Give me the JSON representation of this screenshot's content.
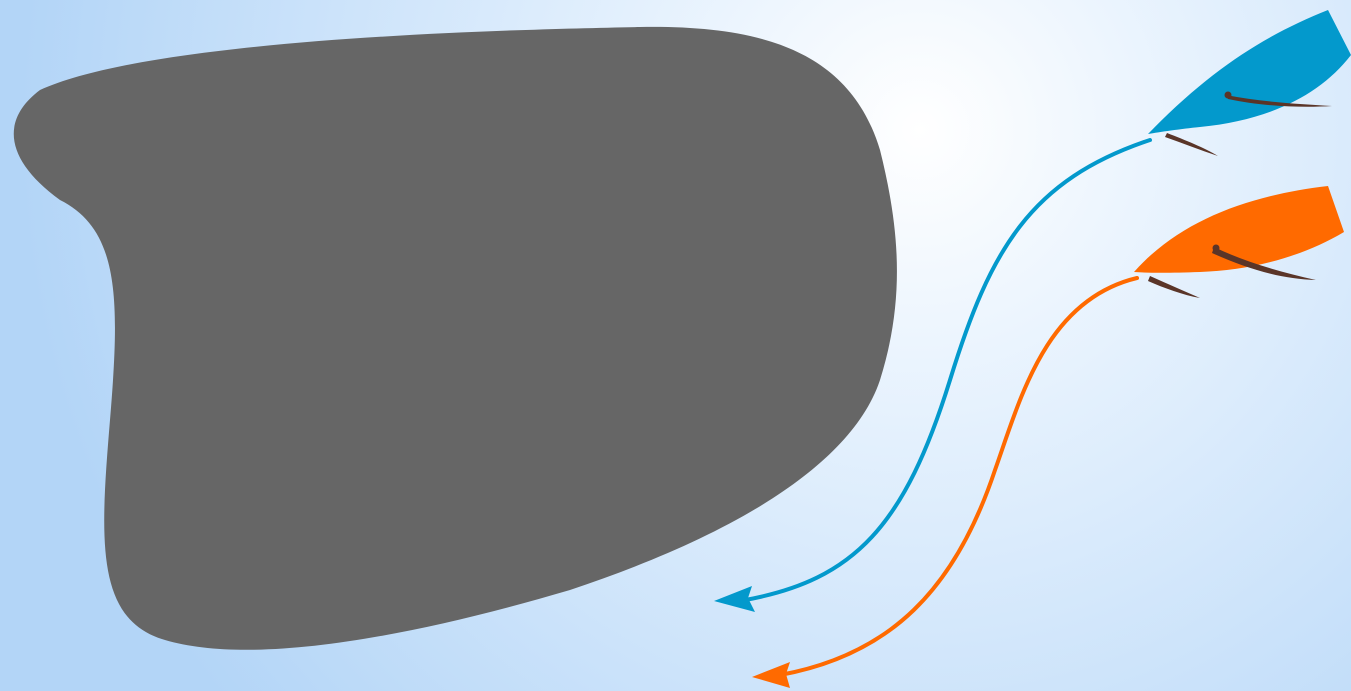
{
  "colors": {
    "water_center": "#ffffff",
    "water_mid": "#e3f0fd",
    "water_edge": "#b3d5f7",
    "land": "#666666",
    "blue_boat": "#0399cc",
    "orange_boat": "#ff6a00",
    "sail": "#5a3528"
  },
  "elements": {
    "land": "obstacle",
    "boats": [
      "blue-boat",
      "orange-boat"
    ],
    "course_arrows": [
      "blue-course-arrow",
      "orange-course-arrow"
    ]
  }
}
